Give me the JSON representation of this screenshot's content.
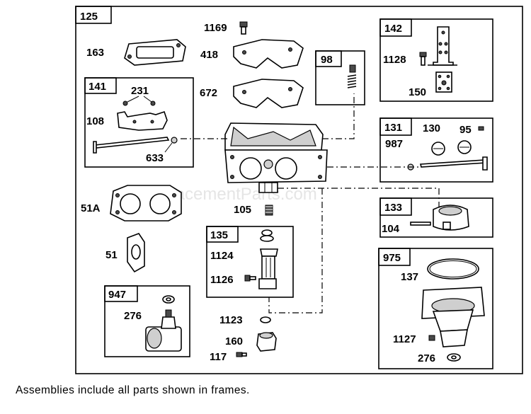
{
  "watermark": "eReplacementParts.com",
  "footnote": "Assemblies include all parts shown in frames.",
  "assemblies": {
    "a125": "125",
    "a141": "141",
    "a98": "98",
    "a142": "142",
    "a131": "131",
    "a133": "133",
    "a135": "135",
    "a947": "947",
    "a975": "975"
  },
  "parts": {
    "p1169": "1169",
    "p163": "163",
    "p418": "418",
    "p672": "672",
    "p231": "231",
    "p108": "108",
    "p633": "633",
    "p1128": "1128",
    "p150": "150",
    "p130": "130",
    "p95": "95",
    "p987": "987",
    "p51A": "51A",
    "p105": "105",
    "p104": "104",
    "p51": "51",
    "p1124": "1124",
    "p1126": "1126",
    "p137": "137",
    "p276a": "276",
    "p1123": "1123",
    "p160": "160",
    "p117": "117",
    "p1127": "1127",
    "p276b": "276"
  }
}
